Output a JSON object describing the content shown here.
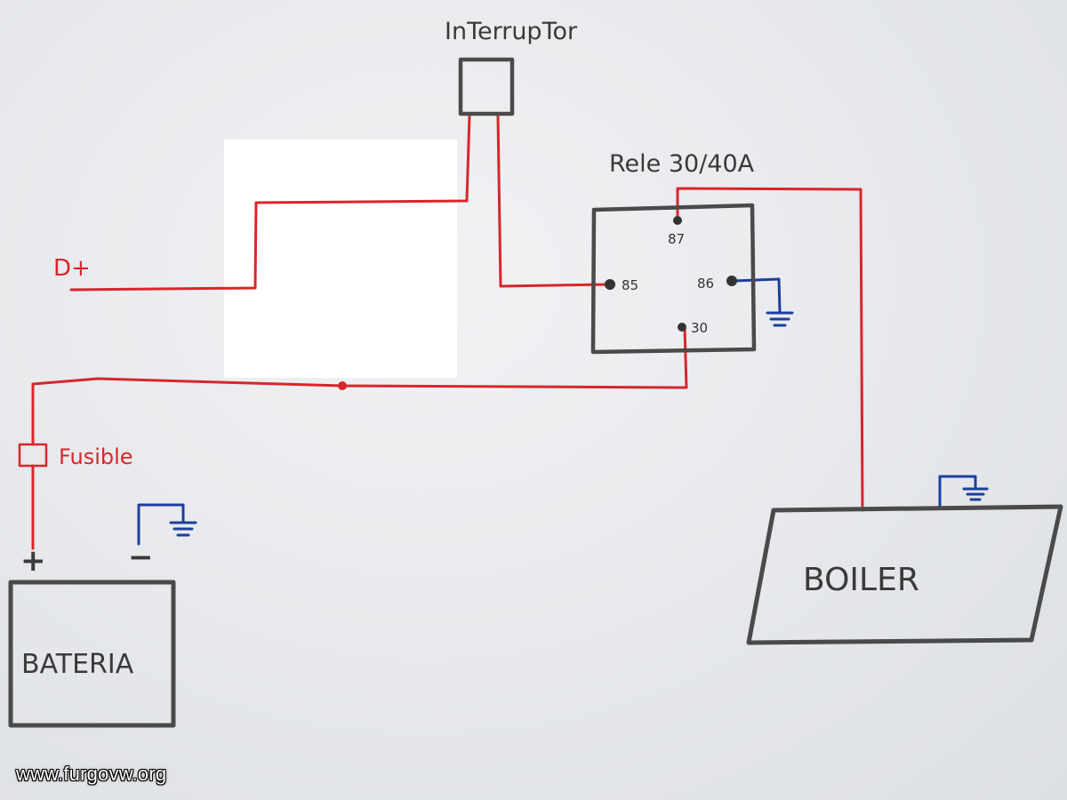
{
  "labels": {
    "switch": "InTerrupTor",
    "relay": "Rele 30/40A",
    "d_plus": "D+",
    "fuse": "Fusible",
    "battery": "BATERIA",
    "battery_plus": "+",
    "battery_minus": "−",
    "boiler": "BOILER",
    "pin_87": "87",
    "pin_85": "85",
    "pin_86": "86",
    "pin_30": "30"
  },
  "watermark": "www.furgovw.org",
  "colors": {
    "positive_wire": "#d8262b",
    "ground_wire": "#1c3f9e",
    "pencil": "#4a4a4a",
    "paper": "#e8eaed"
  }
}
